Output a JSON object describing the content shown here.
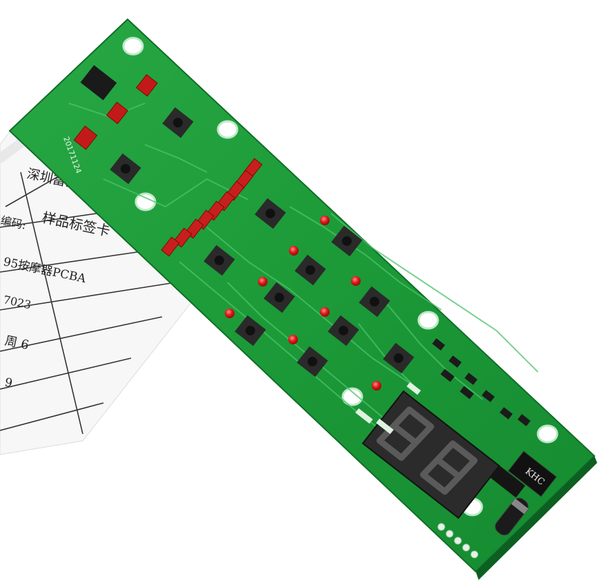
{
  "label_card": {
    "company": "深圳富士泰科电子有限公司",
    "title": "样品标签卡",
    "row_label_1": "编码:",
    "row_value_1": "95按摩器PCBA",
    "row_value_2": "7023",
    "row_value_3": "周 6",
    "row_value_4": "9"
  },
  "pcb": {
    "date_code": "20171124",
    "logo_text": "KHC",
    "display_digits": "88",
    "board_color": "#1f9e3a"
  }
}
